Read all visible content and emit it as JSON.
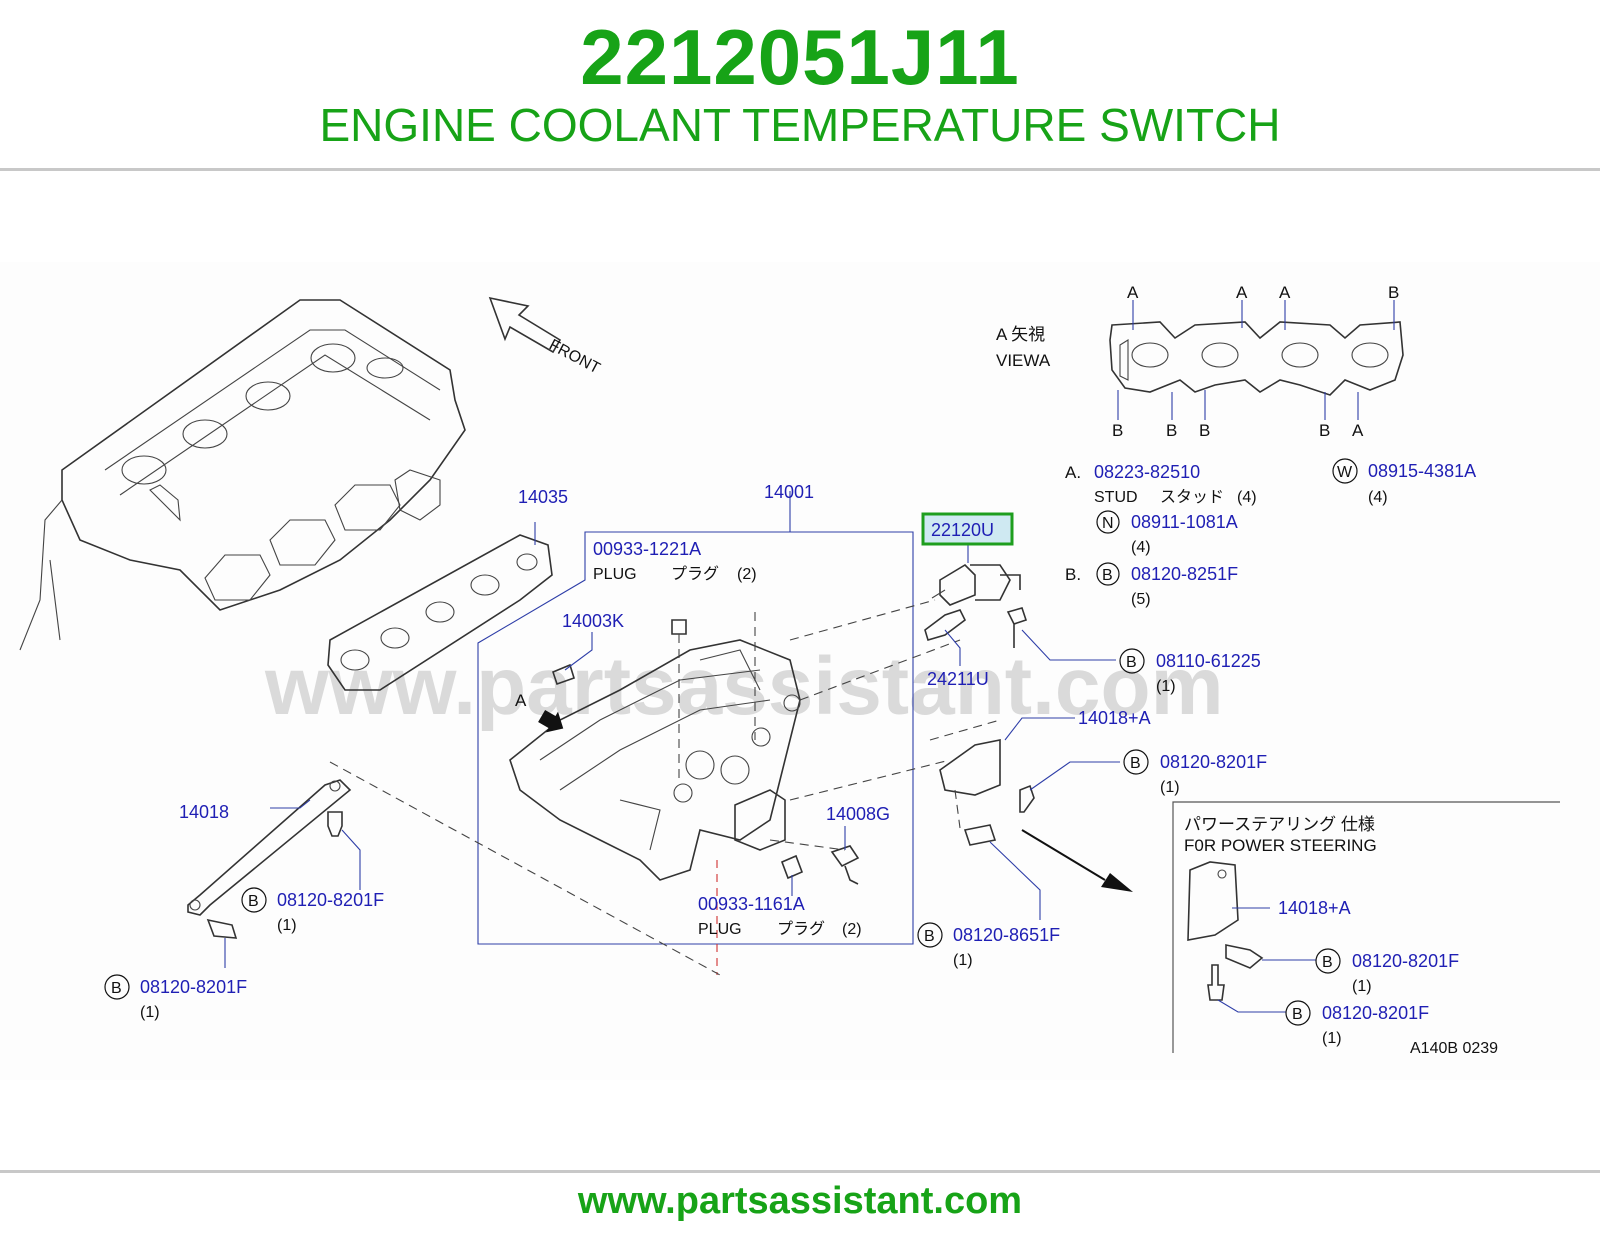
{
  "header": {
    "part_number": "2212051J11",
    "part_name": "ENGINE COOLANT TEMPERATURE SWITCH"
  },
  "footer": {
    "url": "www.partsassistant.com"
  },
  "watermark": "www.partsassistant.com",
  "colors": {
    "brand_green": "#17a317",
    "part_link_blue": "#1f1fb4",
    "highlight_green": "#1e9e1e",
    "highlight_fill": "#cfe9f2"
  },
  "diagram": {
    "front_label": "FRONT",
    "view_a": {
      "line1": "A 矢視",
      "line2": "VIEWA"
    },
    "gasket_letters": {
      "top": [
        "A",
        "A",
        "A",
        "B"
      ],
      "bottom": [
        "B",
        "B",
        "B",
        "B",
        "A"
      ]
    },
    "callouts": {
      "p14035": "14035",
      "p14001": "14001",
      "p22120u": "22120U",
      "p00933_1221a": "00933-1221A",
      "plug1": "PLUG",
      "plug1_jp": "プラグ",
      "plug1_qty": "(2)",
      "p14003k": "14003K",
      "letter_a": "A",
      "p24211u": "24211U",
      "p08110": "08110-61225",
      "p08110_qty": "(1)",
      "p14018a": "14018+A",
      "p08120_8201f_r": "08120-8201F",
      "p08120_8201f_r_qty": "(1)",
      "p14018": "14018",
      "p14008g": "14008G",
      "p08120_8201f_l": "08120-8201F",
      "p08120_8201f_l_qty": "(1)",
      "p00933_1161a": "00933-1161A",
      "plug2": "PLUG",
      "plug2_jp": "プラグ",
      "plug2_qty": "(2)",
      "p08120_8651f": "08120-8651F",
      "p08120_8651f_qty": "(1)",
      "p08120_8201f_b": "08120-8201F",
      "p08120_8201f_b_qty": "(1)"
    },
    "notes": {
      "a_prefix": "A.",
      "a_part": "08223-82510",
      "stud": "STUD",
      "stud_jp": "スタッド",
      "stud_qty": "(4)",
      "n_part": "08911-1081A",
      "n_qty": "(4)",
      "w_part": "08915-4381A",
      "w_qty": "(4)",
      "b_prefix": "B.",
      "b_part": "08120-8251F",
      "b_qty": "(5)"
    },
    "inset": {
      "title_jp": "パワーステアリング 仕様",
      "title_en": "F0R POWER STEERING",
      "p14018a": "14018+A",
      "p1": "08120-8201F",
      "p1_qty": "(1)",
      "p2": "08120-8201F",
      "p2_qty": "(1)",
      "ref": "A140B 0239"
    },
    "circle_letters": {
      "b": "B",
      "n": "N",
      "w": "W"
    }
  }
}
